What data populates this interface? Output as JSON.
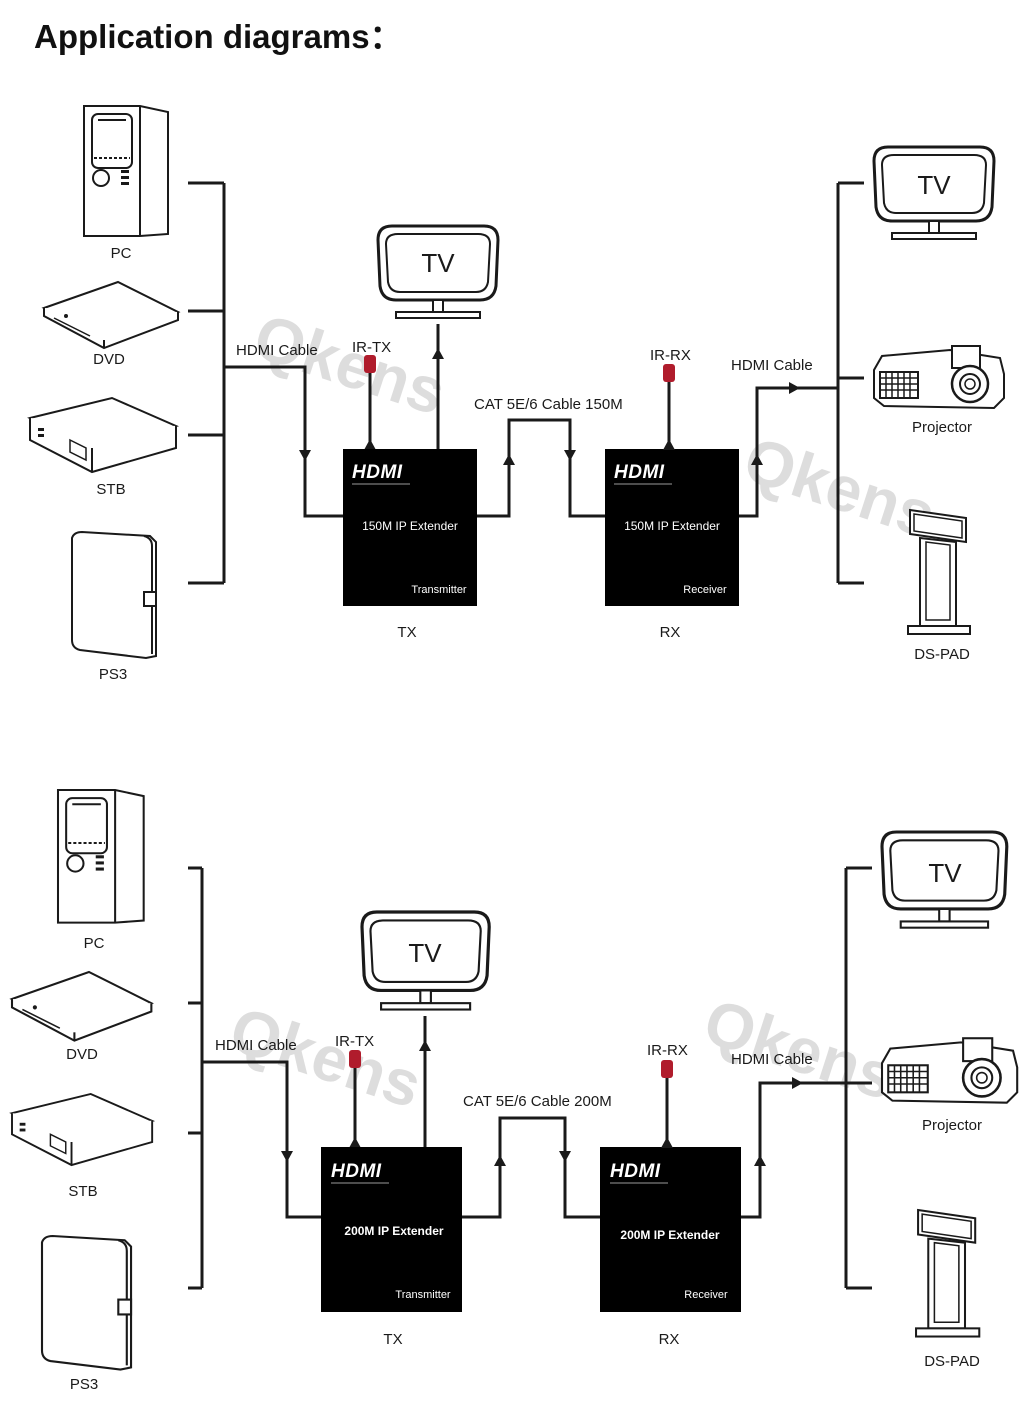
{
  "page": {
    "title": "Application diagrams："
  },
  "watermark": "Qkens",
  "colors": {
    "line": "#1a1a1a",
    "box": "#000000",
    "ir_head": "#b01c2c",
    "watermark": "#c8c8c8"
  },
  "diagrams": [
    {
      "sources": [
        {
          "label": "PC",
          "icon": "pc-tower-icon"
        },
        {
          "label": "DVD",
          "icon": "dvd-player-icon"
        },
        {
          "label": "STB",
          "icon": "set-top-box-icon"
        },
        {
          "label": "PS3",
          "icon": "ps3-console-icon"
        }
      ],
      "hdmi_in_label": "HDMI Cable",
      "ir_tx_label": "IR-TX",
      "local_tv_label": "TV",
      "tx": {
        "logo": "HDMI",
        "title": "150M IP Extender",
        "role": "Transmitter",
        "caption": "TX"
      },
      "cat_label": "CAT 5E/6 Cable 150M",
      "rx": {
        "logo": "HDMI",
        "title": "150M IP Extender",
        "role": "Receiver",
        "caption": "RX"
      },
      "ir_rx_label": "IR-RX",
      "hdmi_out_label": "HDMI Cable",
      "outputs": [
        {
          "label": "TV",
          "icon": "tv-monitor-icon"
        },
        {
          "label": "Projector",
          "icon": "projector-icon"
        },
        {
          "label": "DS-PAD",
          "icon": "ds-pad-kiosk-icon"
        }
      ]
    },
    {
      "sources": [
        {
          "label": "PC",
          "icon": "pc-tower-icon"
        },
        {
          "label": "DVD",
          "icon": "dvd-player-icon"
        },
        {
          "label": "STB",
          "icon": "set-top-box-icon"
        },
        {
          "label": "PS3",
          "icon": "ps3-console-icon"
        }
      ],
      "hdmi_in_label": "HDMI Cable",
      "ir_tx_label": "IR-TX",
      "local_tv_label": "TV",
      "tx": {
        "logo": "HDMI",
        "title": "200M IP Extender",
        "role": "Transmitter",
        "caption": "TX"
      },
      "cat_label": "CAT 5E/6 Cable 200M",
      "rx": {
        "logo": "HDMI",
        "title": "200M IP Extender",
        "role": "Receiver",
        "caption": "RX"
      },
      "ir_rx_label": "IR-RX",
      "hdmi_out_label": "HDMI Cable",
      "outputs": [
        {
          "label": "TV",
          "icon": "tv-monitor-icon"
        },
        {
          "label": "Projector",
          "icon": "projector-icon"
        },
        {
          "label": "DS-PAD",
          "icon": "ds-pad-kiosk-icon"
        }
      ]
    }
  ]
}
